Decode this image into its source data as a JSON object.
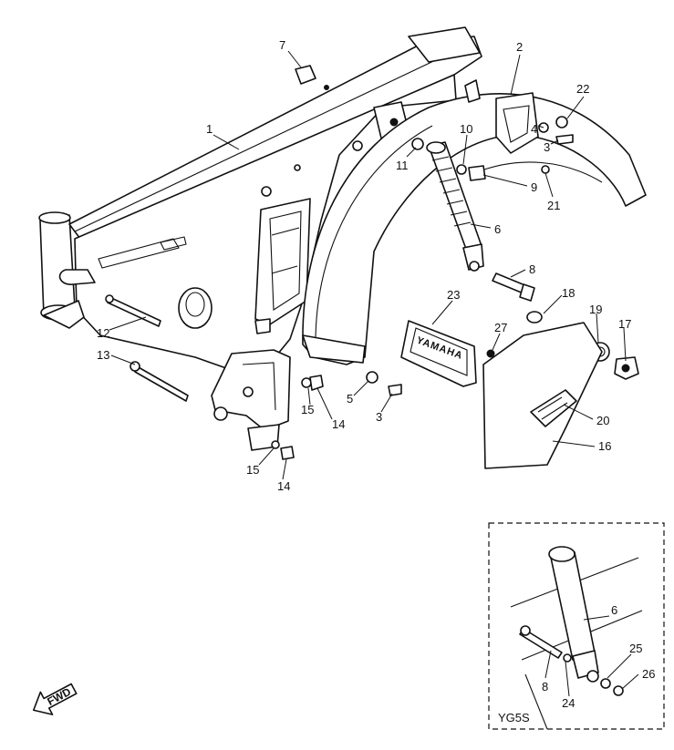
{
  "callouts": [
    {
      "id": "p1",
      "text": "1"
    },
    {
      "id": "p2",
      "text": "2"
    },
    {
      "id": "p3a",
      "text": "3"
    },
    {
      "id": "p4",
      "text": "4"
    },
    {
      "id": "p22",
      "text": "22"
    },
    {
      "id": "p7",
      "text": "7"
    },
    {
      "id": "p10",
      "text": "10"
    },
    {
      "id": "p11",
      "text": "11"
    },
    {
      "id": "p9",
      "text": "9"
    },
    {
      "id": "p21",
      "text": "21"
    },
    {
      "id": "p6",
      "text": "6"
    },
    {
      "id": "p8",
      "text": "8"
    },
    {
      "id": "p23",
      "text": "23"
    },
    {
      "id": "p18",
      "text": "18"
    },
    {
      "id": "p19",
      "text": "19"
    },
    {
      "id": "p17",
      "text": "17"
    },
    {
      "id": "p27",
      "text": "27"
    },
    {
      "id": "p12",
      "text": "12"
    },
    {
      "id": "p13",
      "text": "13"
    },
    {
      "id": "p5",
      "text": "5"
    },
    {
      "id": "p3b",
      "text": "3"
    },
    {
      "id": "p15a",
      "text": "15"
    },
    {
      "id": "p14a",
      "text": "14"
    },
    {
      "id": "p15b",
      "text": "15"
    },
    {
      "id": "p14b",
      "text": "14"
    },
    {
      "id": "p20",
      "text": "20"
    },
    {
      "id": "p16",
      "text": "16"
    }
  ],
  "inset": {
    "model_label": "YG5S",
    "callouts": [
      {
        "id": "i6",
        "text": "6"
      },
      {
        "id": "i25",
        "text": "25"
      },
      {
        "id": "i26",
        "text": "26"
      },
      {
        "id": "i8",
        "text": "8"
      },
      {
        "id": "i24",
        "text": "24"
      }
    ]
  },
  "cover_lettering": "YAMAHA",
  "direction_arrow": {
    "label": "FWD"
  }
}
